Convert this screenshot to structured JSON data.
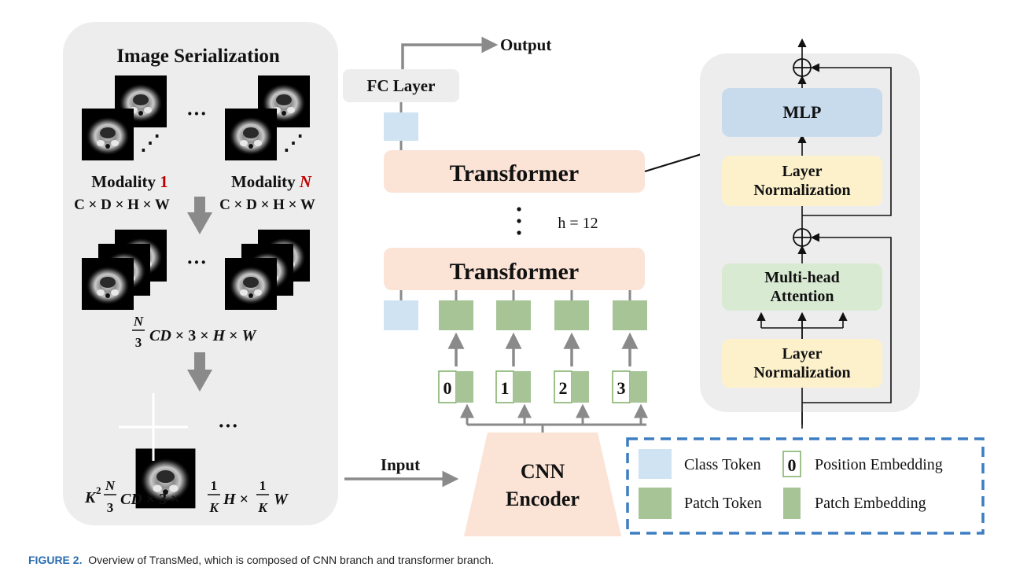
{
  "serialization": {
    "title": "Image Serialization",
    "modality_prefix": "Modality",
    "modality_1_index": "1",
    "modality_n_index": "N",
    "dim_label": "C × D × H × W",
    "ellipsis": "···"
  },
  "fc_layer": "FC Layer",
  "output": "Output",
  "input": "Input",
  "transformer_top": "Transformer",
  "transformer_bottom": "Transformer",
  "h_eq": "h = 12",
  "cnn_encoder_line1": "CNN",
  "cnn_encoder_line2": "Encoder",
  "position_numbers": [
    "0",
    "1",
    "2",
    "3"
  ],
  "block": {
    "mlp": "MLP",
    "ln1_line1": "Layer",
    "ln1_line2": "Normalization",
    "attn_line1": "Multi-head",
    "attn_line2": "Attention",
    "ln2_line1": "Layer",
    "ln2_line2": "Normalization"
  },
  "legend": {
    "class_token": "Class Token",
    "pos_sample": "0",
    "position_embedding": "Position Embedding",
    "patch_token": "Patch Token",
    "patch_embedding": "Patch Embedding"
  },
  "caption": {
    "label": "FIGURE 2.",
    "text": "Overview of TransMed, which is composed of CNN branch and transformer branch."
  },
  "colors": {
    "panel_gray": "#ededed",
    "transformer_peach": "#fbe3d6",
    "class_token_blue": "#cfe3f3",
    "patch_green": "#a7c497",
    "mlp_blue": "#c8dbed",
    "ln_yellow": "#fdf1cc",
    "attn_green": "#d9ead3",
    "legend_border": "#3d7dc2",
    "arrow_gray": "#8a8a8a",
    "accent_red": "#c00000"
  }
}
